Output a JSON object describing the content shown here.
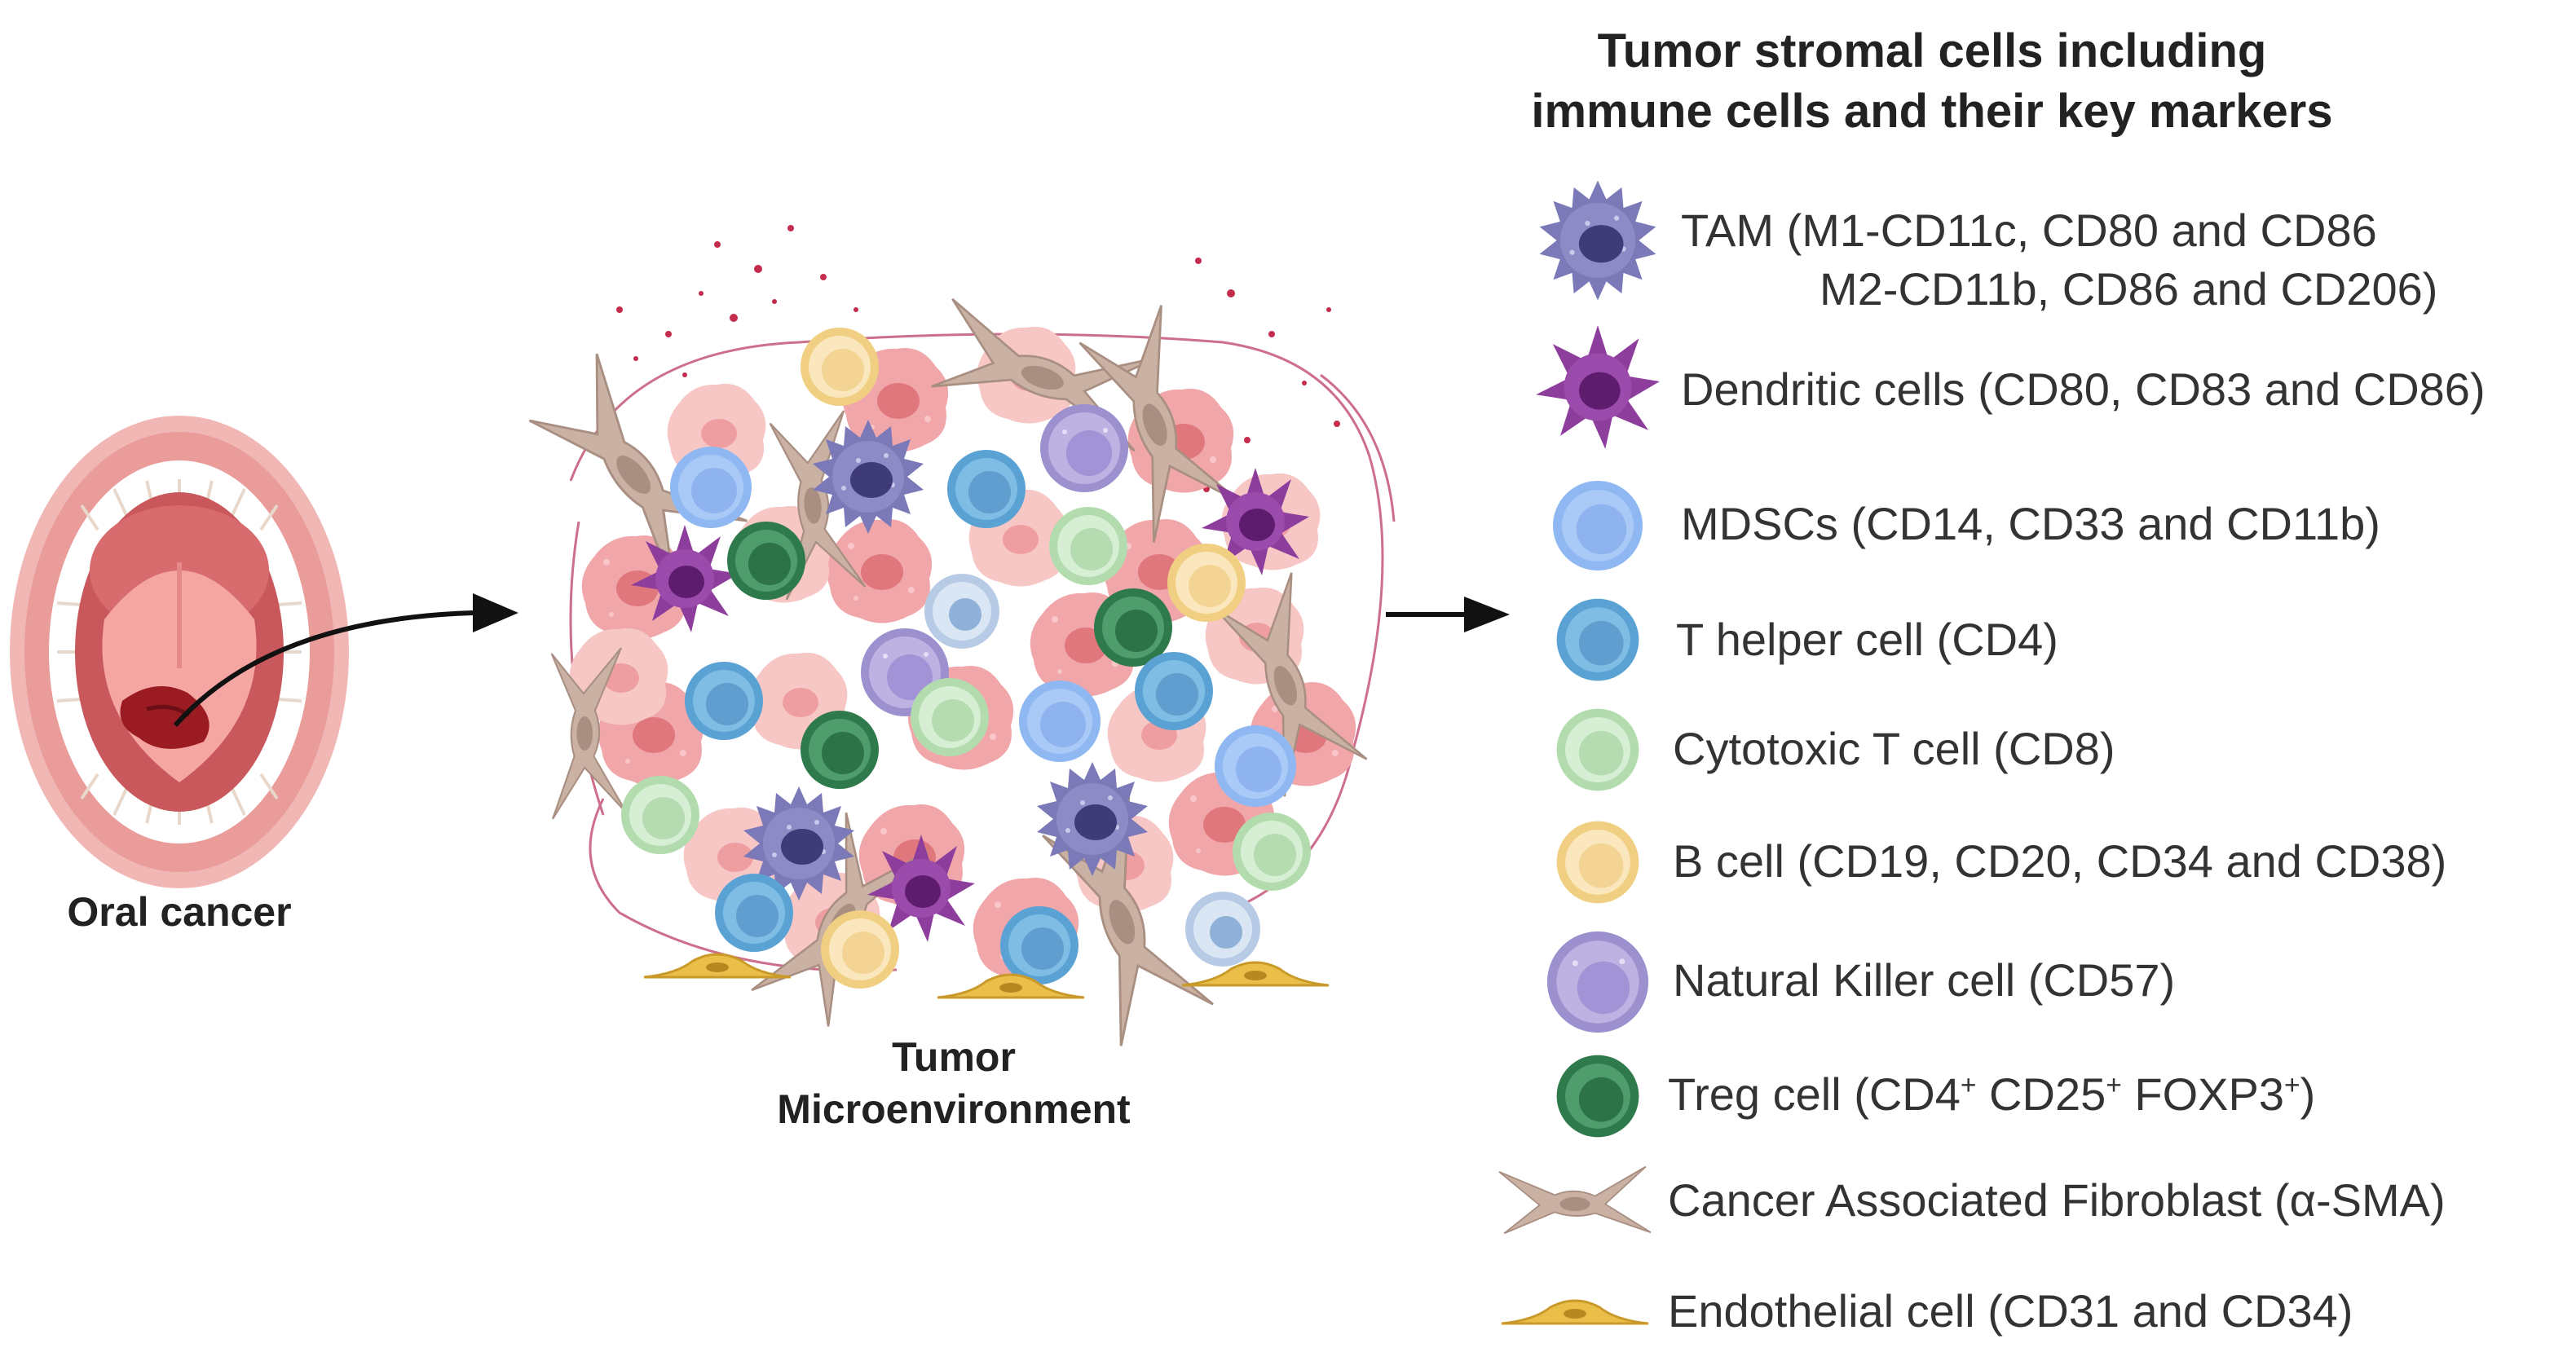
{
  "labels": {
    "oral_cancer": "Oral cancer",
    "tme_line1": "Tumor",
    "tme_line2": "Microenvironment"
  },
  "legend": {
    "title_line1": "Tumor stromal cells including",
    "title_line2": "immune cells and their key markers",
    "items": [
      {
        "icon": "macrophage-icon",
        "color": "#7b79b8",
        "text": "TAM (M1-CD11c, CD80 and CD86",
        "text2": "M2-CD11b, CD86 and CD206)"
      },
      {
        "icon": "dendritic-cell-icon",
        "color": "#8d3d9c",
        "text": "Dendritic cells (CD80, CD83 and CD86)"
      },
      {
        "icon": "mdsc-icon",
        "color": "#8fb8f2",
        "text": "MDSCs (CD14, CD33 and CD11b)"
      },
      {
        "icon": "t-helper-icon",
        "color": "#6fb0dc",
        "text": "T helper cell (CD4)"
      },
      {
        "icon": "cytotoxic-t-icon",
        "color": "#c6e6c2",
        "text": "Cytotoxic T cell (CD8)"
      },
      {
        "icon": "b-cell-icon",
        "color": "#f6dca0",
        "text": "B cell (CD19, CD20, CD34 and CD38)"
      },
      {
        "icon": "nk-cell-icon",
        "color": "#b2a6dc",
        "text": "Natural Killer cell (CD57)"
      },
      {
        "icon": "treg-icon",
        "color": "#3f8d5e",
        "text_a": "Treg cell (CD4",
        "sup_a": "+",
        "text_b": " CD25",
        "sup_b": "+",
        "text_c": " FOXP3",
        "sup_c": "+",
        "text_d": ")"
      },
      {
        "icon": "fibroblast-icon",
        "color": "#c9b1a3",
        "text": "Cancer Associated Fibroblast (α-SMA)"
      },
      {
        "icon": "endothelial-cell-icon",
        "color": "#e9bf4a",
        "text": "Endothelial cell (CD31 and CD34)"
      }
    ]
  }
}
